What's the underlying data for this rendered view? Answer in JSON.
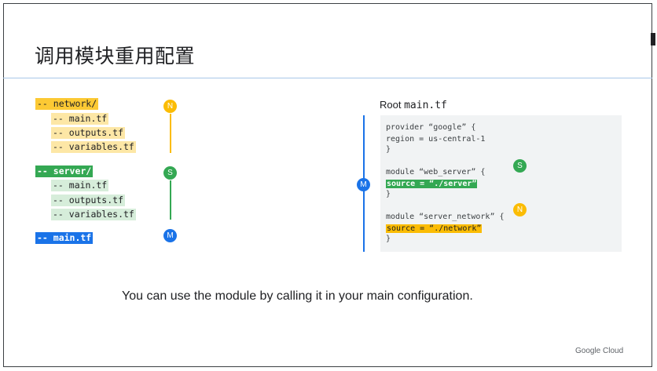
{
  "slide": {
    "title": "调用模块重用配置",
    "caption": "You can use the module by calling it in your main configuration.",
    "footer_logo": "Google Cloud"
  },
  "tree": {
    "network_dir": "-- network/",
    "network_files": [
      "-- main.tf",
      "-- outputs.tf",
      "-- variables.tf"
    ],
    "server_dir": "-- server/",
    "server_files": [
      "-- main.tf",
      "-- outputs.tf",
      "-- variables.tf"
    ],
    "main_file": "-- main.tf",
    "badges": {
      "network": "N",
      "server": "S",
      "main": "M"
    }
  },
  "root": {
    "label_prefix": "Root",
    "label_file": "main.tf",
    "code": {
      "line1": "provider “google” {",
      "line2": "region = us-central-1",
      "line3": "}",
      "line4": "module “web_server” {",
      "line5": "source = “./server”",
      "line6": "}",
      "line7": "module “server_network” {",
      "line8": "source = “./network”",
      "line9": "}"
    },
    "badges": {
      "server": "S",
      "network": "N",
      "main": "M"
    }
  },
  "colors": {
    "yellow": "#fbbc04",
    "green": "#34a853",
    "blue": "#1a73e8",
    "header_rule": "#a8c7e8"
  }
}
